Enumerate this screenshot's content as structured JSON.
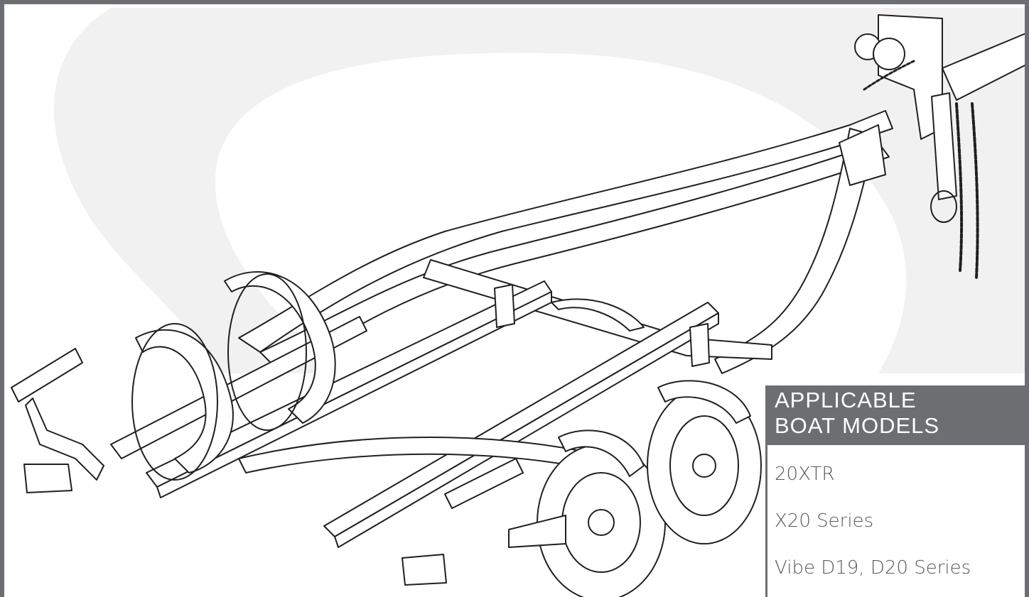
{
  "panel": {
    "header_line1": "APPLICABLE",
    "header_line2": "BOAT MODELS",
    "models": [
      "20XTR",
      "X20 Series",
      "Vibe D19, D20 Series"
    ]
  },
  "illustration": {
    "icon": "boat-trailer-line-drawing",
    "swoosh_color": "#f1f1f2",
    "line_color": "#231f20"
  },
  "frame": {
    "border_color": "#6d6e71",
    "header_bg": "#6d6e71"
  }
}
